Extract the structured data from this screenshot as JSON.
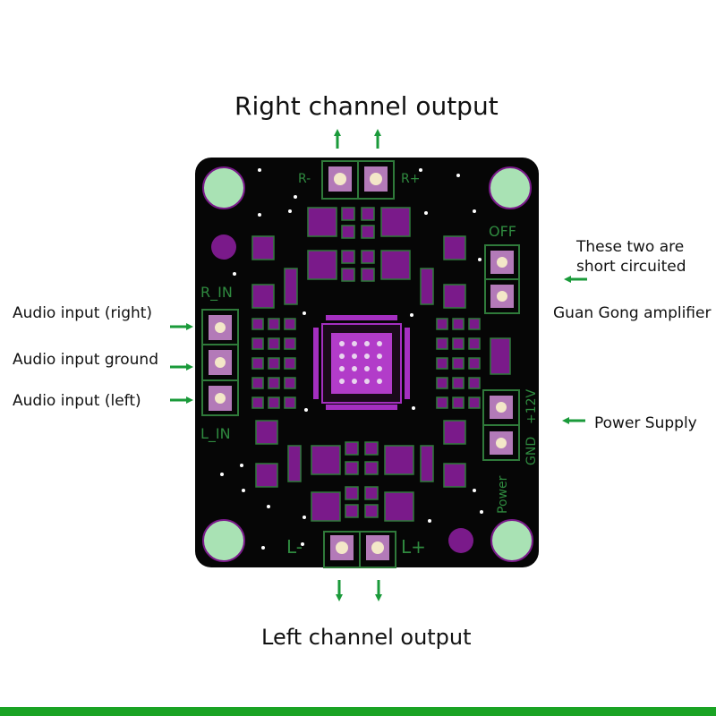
{
  "labels": {
    "top_title": "Right channel output",
    "bottom_title": "Left channel output",
    "audio_right": "Audio input (right)",
    "audio_ground": "Audio input ground",
    "audio_left": "Audio input (left)",
    "short_line1": "These two are",
    "short_line2": "short circuited",
    "guan_gong": "Guan Gong amplifier",
    "power_supply": "Power Supply"
  },
  "silkscreen": {
    "r_minus": "R-",
    "r_plus": "R+",
    "off": "OFF",
    "r_in": "R_IN",
    "l_in": "L_IN",
    "l_minus": "L-",
    "l_plus": "L+",
    "gnd": "GND",
    "plus12v": "+12V",
    "power": "Power"
  },
  "colors": {
    "board": "#060606",
    "pad_purple": "#7a1a8a",
    "chip_purple": "#a42fc0",
    "trace_green": "#2f7a3a",
    "mount_hole": "#a9e2b4",
    "arrow_green": "#1a9a3a",
    "bottom_bar": "#1aa324"
  }
}
